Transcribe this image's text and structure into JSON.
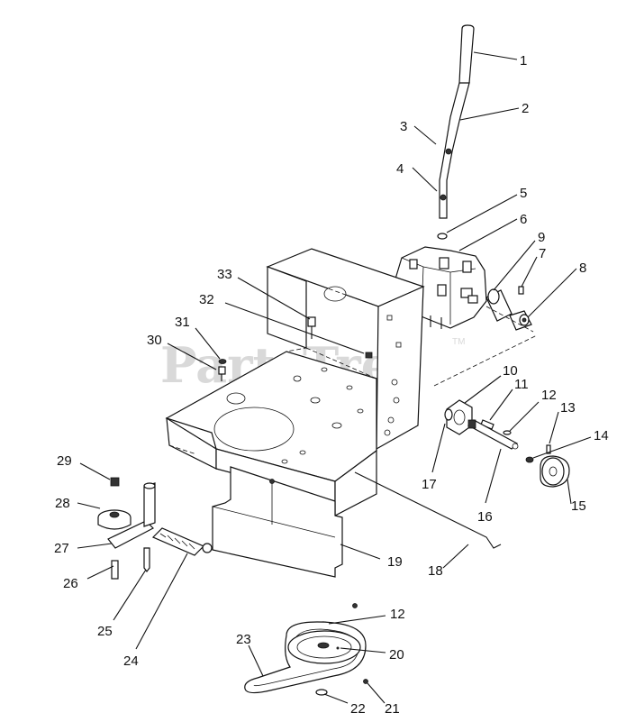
{
  "watermark": {
    "text": "PartsTree",
    "tm": "TM"
  },
  "callouts": [
    {
      "label": "1"
    },
    {
      "label": "2"
    },
    {
      "label": "3"
    },
    {
      "label": "4"
    },
    {
      "label": "5"
    },
    {
      "label": "6"
    },
    {
      "label": "9"
    },
    {
      "label": "7"
    },
    {
      "label": "8"
    },
    {
      "label": "33"
    },
    {
      "label": "32"
    },
    {
      "label": "31"
    },
    {
      "label": "30"
    },
    {
      "label": "10"
    },
    {
      "label": "11"
    },
    {
      "label": "12"
    },
    {
      "label": "13"
    },
    {
      "label": "14"
    },
    {
      "label": "17"
    },
    {
      "label": "16"
    },
    {
      "label": "15"
    },
    {
      "label": "29"
    },
    {
      "label": "28"
    },
    {
      "label": "27"
    },
    {
      "label": "26"
    },
    {
      "label": "25"
    },
    {
      "label": "24"
    },
    {
      "label": "19"
    },
    {
      "label": "18"
    },
    {
      "label": "12"
    },
    {
      "label": "23"
    },
    {
      "label": "20"
    },
    {
      "label": "22"
    },
    {
      "label": "21"
    }
  ]
}
